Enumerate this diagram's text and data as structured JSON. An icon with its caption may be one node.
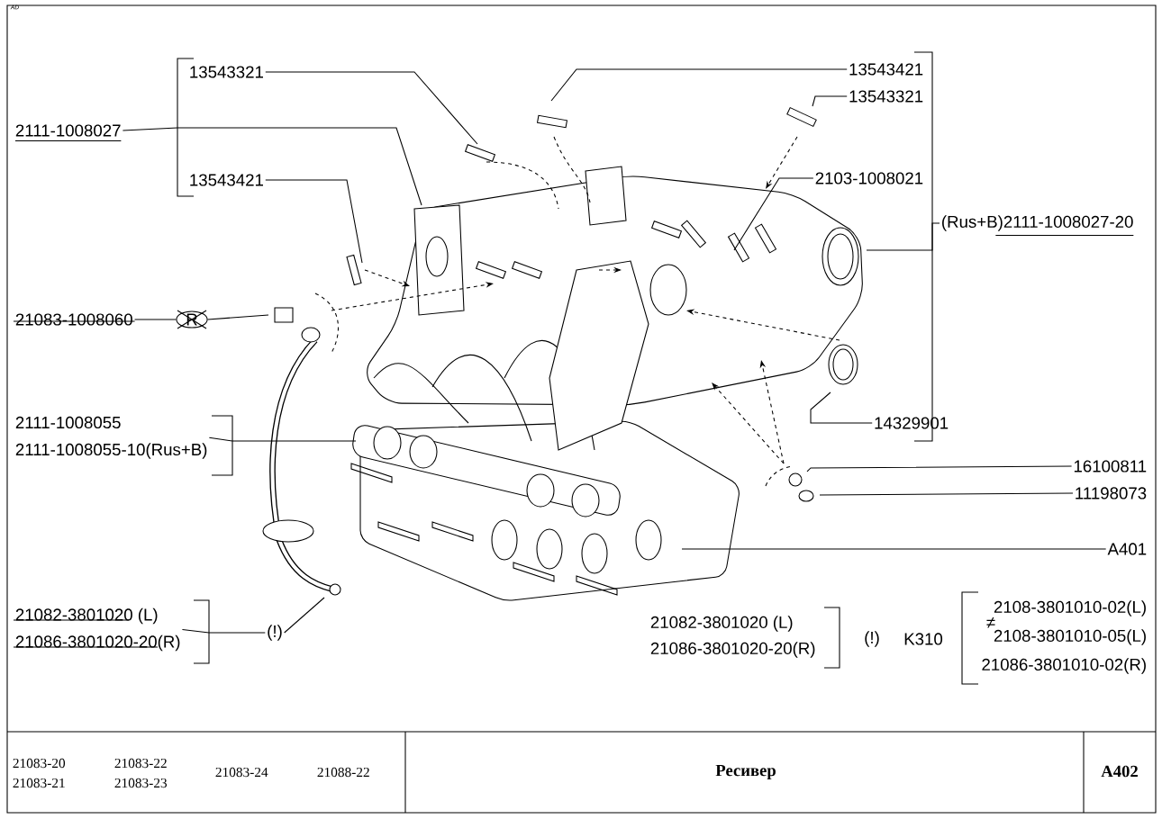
{
  "diagram": {
    "title": "Ресивер",
    "nodes": [
      {
        "text": [
          "13543321"
        ]
      },
      {
        "text": [
          "2111-1008027"
        ]
      },
      {
        "text": [
          "13543421"
        ]
      },
      {
        "text": [
          "21083-1008060"
        ]
      },
      {
        "text": [
          "R"
        ]
      },
      {
        "text": [
          "2111-1008055",
          "2111-1008055-10(Rus+B)"
        ]
      },
      {
        "text": [
          "21082-3801020 (L)",
          "21086-3801020-20(R)"
        ]
      },
      {
        "text": [
          "(!)"
        ]
      },
      {
        "text": [
          "13543421"
        ]
      },
      {
        "text": [
          "13543321"
        ]
      },
      {
        "text": [
          "2103-1008021"
        ]
      },
      {
        "text": [
          "(Rus+B)2111-1008027-20"
        ]
      },
      {
        "text": [
          "14329901"
        ]
      },
      {
        "text": [
          "16100811"
        ]
      },
      {
        "text": [
          "11198073"
        ]
      },
      {
        "text": [
          "A401"
        ]
      }
    ],
    "edges": [
      {
        "from": 0,
        "to": null,
        "arrow": "none"
      },
      {
        "from": 1,
        "to": null,
        "arrow": "none"
      },
      {
        "from": 2,
        "to": null,
        "arrow": "none"
      },
      {
        "from": 3,
        "to": 4,
        "arrow": "none"
      },
      {
        "from": 4,
        "to": null,
        "arrow": "none"
      },
      {
        "from": 5,
        "to": null,
        "arrow": "none"
      },
      {
        "from": 6,
        "to": 7,
        "arrow": "none"
      },
      {
        "from": 7,
        "to": null,
        "arrow": "none"
      },
      {
        "from": 8,
        "to": null,
        "arrow": "none"
      },
      {
        "from": 9,
        "to": null,
        "arrow": "none"
      },
      {
        "from": 10,
        "to": null,
        "arrow": "none"
      },
      {
        "from": 11,
        "to": null,
        "arrow": "none"
      },
      {
        "from": 12,
        "to": null,
        "arrow": "none"
      },
      {
        "from": 13,
        "to": null,
        "arrow": "none"
      },
      {
        "from": 14,
        "to": null,
        "arrow": "none"
      },
      {
        "from": 15,
        "to": null,
        "arrow": "none"
      }
    ],
    "labels": [
      "AD",
      "21082-3801020 (L)",
      "21086-3801020-20(R)",
      "(!)",
      "K310",
      "2108-3801010-02(L)",
      "≠",
      "2108-3801010-05(L)",
      "21086-3801010-02(R)",
      "21083-20",
      "21083-22",
      "21083-21",
      "21083-23",
      "21083-24",
      "21088-22",
      "A402"
    ]
  }
}
